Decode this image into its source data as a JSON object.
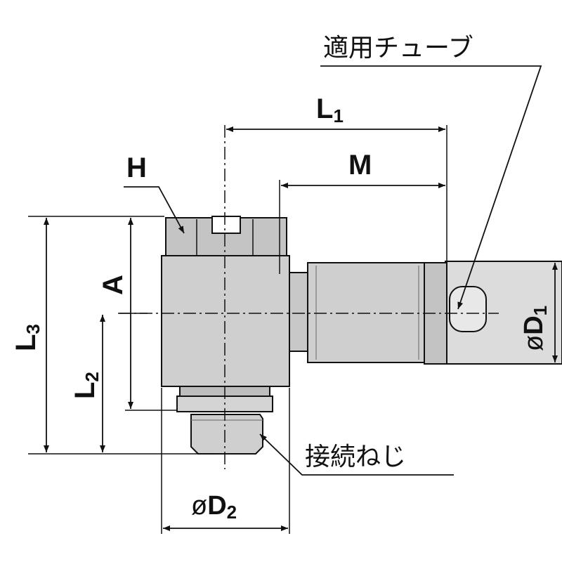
{
  "labels": {
    "applicable_tube": "適用チューブ",
    "connection_thread": "接続ねじ",
    "L1": {
      "main": "L",
      "sub": "1"
    },
    "M": "M",
    "H": "H",
    "A": "A",
    "L2": {
      "main": "L",
      "sub": "2"
    },
    "L3": {
      "main": "L",
      "sub": "3"
    },
    "D1": {
      "prefix": "ø",
      "main": "D",
      "sub": "1"
    },
    "D2": {
      "prefix": "ø",
      "main": "D",
      "sub": "2"
    }
  },
  "colors": {
    "body_fill": "#cfcfcf",
    "body_dark": "#bdbdbd",
    "tube_fill": "#d9d9d9",
    "line": "#111111"
  }
}
